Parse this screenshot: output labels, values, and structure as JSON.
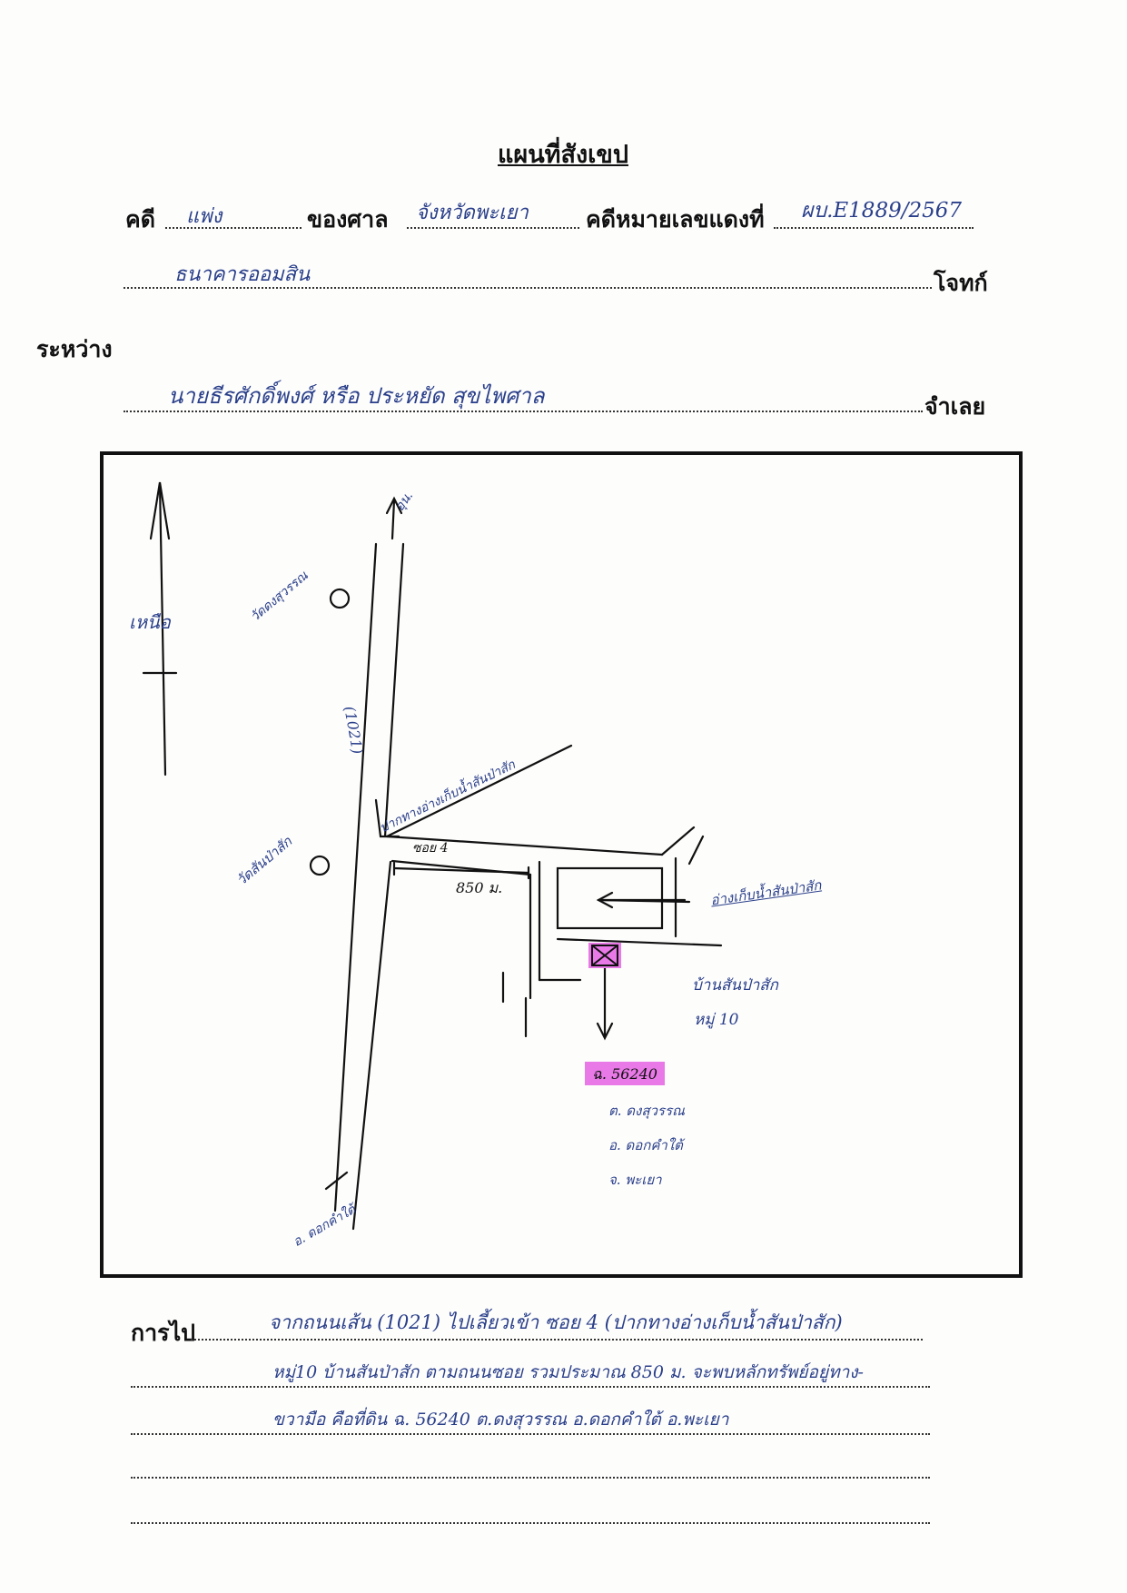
{
  "title": "แผนที่สังเขป",
  "case_row": {
    "case_label": "คดี",
    "case_type": "แพ่ง",
    "court_label": "ของศาล",
    "court_name": "จังหวัดพะเยา",
    "red_case_label": "คดีหมายเลขแดงที่",
    "red_case_number": "ผบ.E1889/2567"
  },
  "plaintiff": {
    "name": "ธนาคารออมสิน",
    "role_label": "โจทก์"
  },
  "between_label": "ระหว่าง",
  "defendant": {
    "name": "นายธีรศักดิ์พงศ์ หรือ ประหยัด สุขไพศาล",
    "role_label": "จำเลย"
  },
  "map": {
    "north_label": "เหนือ",
    "road_north_label": "อุน.",
    "road_number": "(1021)",
    "temple_north": "วัดดงสุวรรณ",
    "temple_south": "วัดสันป่าสัก",
    "junction_label": "ปากทางอ่างเก็บน้ำสันป่าสัก",
    "soi_label": "ซอย 4",
    "distance_label": "850 ม.",
    "reservoir_label": "อ่างเก็บน้ำสันป่าสัก",
    "village_line1": "บ้านสันป่าสัก",
    "village_line2": "หมู่ 10",
    "parcel_label": "ฉ. 56240",
    "subdistrict": "ต. ดงสุวรรณ",
    "district": "อ. ดอกคำใต้",
    "province": "จ. พะเยา",
    "road_south_label": "อ. ดอกคำใต้",
    "parcel_highlight_color": "#e879e6",
    "ink_color": "#2a3f8a"
  },
  "directions": {
    "label": "การไป",
    "lines": [
      "จากถนนเส้น (1021) ไปเลี้ยวเข้า ซอย 4 (ปากทางอ่างเก็บน้ำสันป่าสัก)",
      "หมู่10 บ้านสันป่าสัก ตามถนนซอย รวมประมาณ 850 ม. จะพบหลักทรัพย์อยู่ทาง-",
      "ขวามือ คือที่ดิน ฉ. 56240 ต.ดงสุวรรณ อ.ดอกคำใต้ อ.พะเยา"
    ]
  }
}
